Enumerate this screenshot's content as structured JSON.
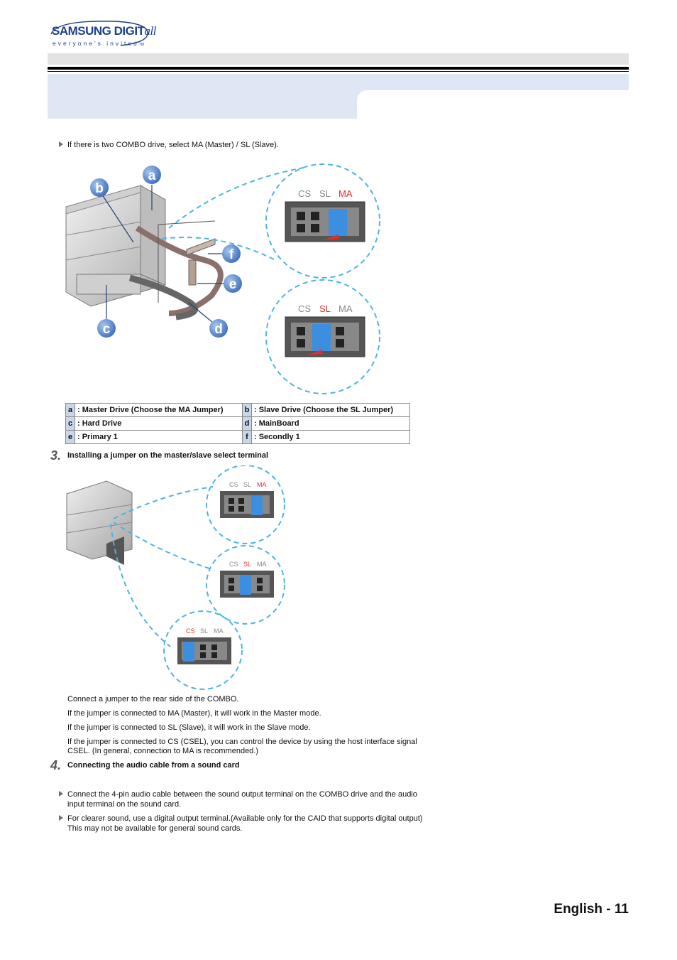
{
  "header": {
    "logo_main": "SAMSUNG DIGIT",
    "logo_all": "all",
    "logo_tagline": "everyone's invited",
    "logo_tm": "TM"
  },
  "intro": {
    "bullet_text": "If there is two COMBO drive, select MA (Master) / SL (Slave)."
  },
  "figure1": {
    "callouts": [
      "a",
      "b",
      "c",
      "d",
      "e",
      "f"
    ],
    "jumper_top": {
      "cs": "CS",
      "sl": "SL",
      "ma": "MA",
      "active": "MA"
    },
    "jumper_bottom": {
      "cs": "CS",
      "sl": "SL",
      "ma": "MA",
      "active": "SL"
    }
  },
  "legend": {
    "rows": [
      [
        {
          "letter": "a",
          "text": ": Master Drive (Choose the MA Jumper)"
        },
        {
          "letter": "b",
          "text": ": Slave Drive (Choose the SL Jumper)"
        }
      ],
      [
        {
          "letter": "c",
          "text": ": Hard Drive"
        },
        {
          "letter": "d",
          "text": ": MainBoard"
        }
      ],
      [
        {
          "letter": "e",
          "text": ": Primary 1"
        },
        {
          "letter": "f",
          "text": ": Secondly 1"
        }
      ]
    ]
  },
  "step3": {
    "number": "3.",
    "title": "Installing a jumper on the master/slave select terminal",
    "jumpers": [
      {
        "cs": "CS",
        "sl": "SL",
        "ma": "MA",
        "active": "MA"
      },
      {
        "cs": "CS",
        "sl": "SL",
        "ma": "MA",
        "active": "SL"
      },
      {
        "cs": "CS",
        "sl": "SL",
        "ma": "MA",
        "active": "CS"
      }
    ],
    "paragraphs": [
      "Connect a jumper to the rear side of the COMBO.",
      "If the jumper is connected to MA (Master), it will work in the Master mode.",
      "If the jumper is connected to SL (Slave), it will work in the Slave mode.",
      "If the jumper is connected to CS (CSEL), you can control the device by using the host interface signal",
      "CSEL. (In general, connection to MA is recommended.)"
    ]
  },
  "step4": {
    "number": "4.",
    "title": "Connecting the audio cable from a sound card",
    "bullets": [
      [
        "Connect the 4-pin audio cable between the sound output terminal on the COMBO drive and the audio",
        "input terminal on the sound card."
      ],
      [
        "For clearer sound, use a digital output terminal.(Available only for the CAID that supports digital output)",
        "This may not be available for general sound cards."
      ]
    ]
  },
  "footer": {
    "page_label": "English - 11"
  },
  "colors": {
    "brand_blue": "#1d3f8f",
    "banner": "#dfe7f4",
    "dashed_circle": "#4db4e6",
    "callout": "#4a7fc8",
    "active_jumper_label": "#e0302a"
  }
}
